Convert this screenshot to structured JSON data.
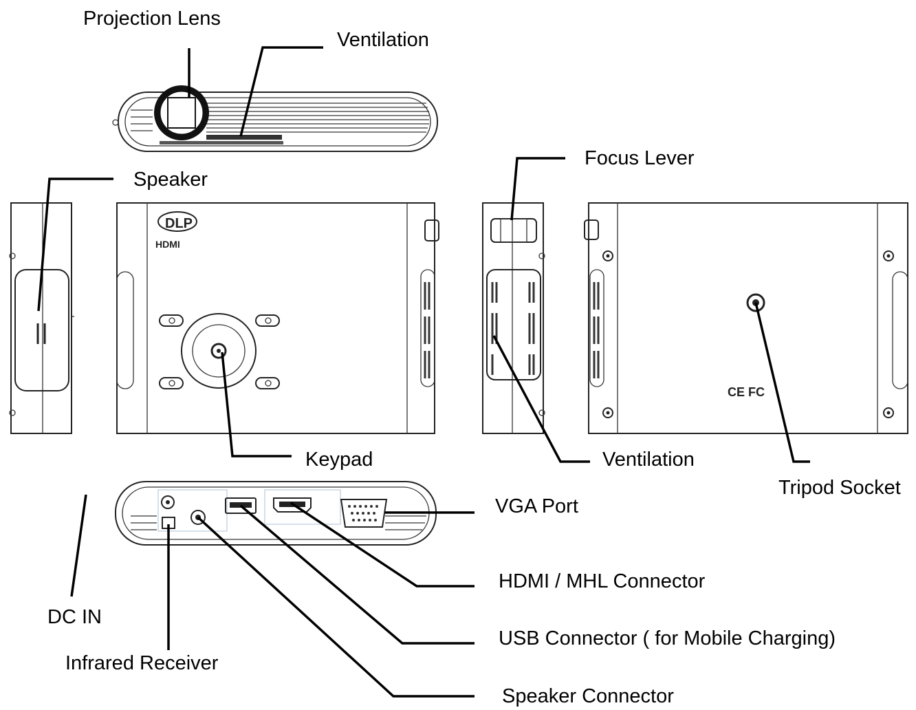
{
  "labels": {
    "projection_lens": "Projection Lens",
    "ventilation_top": "Ventilation",
    "speaker": "Speaker",
    "focus_lever": "Focus Lever",
    "keypad": "Keypad",
    "ventilation_side": "Ventilation",
    "tripod_socket": "Tripod Socket",
    "vga_port": "VGA Port",
    "hdmi_mhl_connector": "HDMI / MHL Connector",
    "dc_in": "DC IN",
    "usb_connector": "USB Connector ( for Mobile Charging)",
    "infrared_receiver": "Infrared Receiver",
    "speaker_connector": "Speaker Connector"
  },
  "device_markings": {
    "dlp_logo": "DLP",
    "hdmi_logo": "HDMI",
    "certification_marks": "CE FC"
  }
}
